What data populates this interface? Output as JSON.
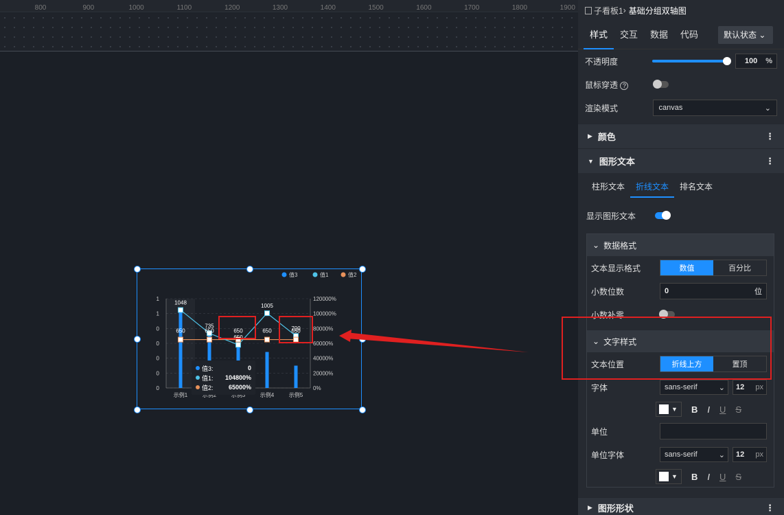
{
  "ruler_ticks": [
    "800",
    "900",
    "1000",
    "1100",
    "1200",
    "1300",
    "1400",
    "1500",
    "1600",
    "1700",
    "1800",
    "1900"
  ],
  "breadcrumb": {
    "parent": "子看板1",
    "separator": "›",
    "current": "基础分组双轴图"
  },
  "panel_tabs": [
    "样式",
    "交互",
    "数据",
    "代码"
  ],
  "state_select": "默认状态",
  "opacity": {
    "label": "不透明度",
    "value": "100",
    "unit": "%"
  },
  "mouse_through": {
    "label": "鼠标穿透",
    "on": false
  },
  "render_mode": {
    "label": "渲染模式",
    "value": "canvas"
  },
  "sections": {
    "color": "颜色",
    "graphic_text": "图形文本",
    "graphic_shape": "图形形状"
  },
  "sub_tabs": [
    "柱形文本",
    "折线文本",
    "排名文本"
  ],
  "show_text": {
    "label": "显示图形文本",
    "on": true
  },
  "data_format": {
    "title": "数据格式",
    "display_format_label": "文本显示格式",
    "options": [
      "数值",
      "百分比"
    ],
    "decimals_label": "小数位数",
    "decimals_value": "0",
    "decimals_unit": "位",
    "zero_pad_label": "小数补零"
  },
  "text_style": {
    "title": "文字样式",
    "position_label": "文本位置",
    "position_options": [
      "折线上方",
      "置顶"
    ],
    "font_label": "字体",
    "font_value": "sans-serif",
    "font_size": "12",
    "font_unit": "px",
    "unit_label": "单位",
    "unit_font_label": "单位字体",
    "unit_font_value": "sans-serif",
    "unit_font_size": "12"
  },
  "colors": {
    "accent": "#1e8fff",
    "annotation": "#e02020"
  },
  "chart_data": {
    "type": "bar",
    "categories": [
      "示例1",
      "示例2",
      "示例3",
      "示例4",
      "示例5"
    ],
    "series": [
      {
        "name": "值3",
        "type": "bar",
        "values": [
          1048,
          735,
          580,
          484,
          300
        ],
        "color": "#1e8fff"
      },
      {
        "name": "值1",
        "type": "line",
        "values": [
          1048,
          735,
          580,
          1005,
          700
        ],
        "color": "#4fc3e8"
      },
      {
        "name": "值2",
        "type": "line",
        "values": [
          650,
          650,
          650,
          650,
          650
        ],
        "color": "#e8915a"
      }
    ],
    "line_labels": [
      {
        "text": "1048"
      },
      {
        "text": "735"
      },
      {
        "text": "650"
      },
      {
        "text": "1005"
      },
      {
        "text": "700"
      }
    ],
    "line2_labels": [
      "650",
      "650",
      "650",
      "650",
      "650"
    ],
    "left_ticks": [
      "1",
      "1",
      "0",
      "0",
      "0",
      "0",
      "0"
    ],
    "right_ticks": [
      "120000%",
      "100000%",
      "80000%",
      "60000%",
      "40000%",
      "20000%",
      "0%"
    ],
    "tooltip": [
      {
        "name": "值3:",
        "value": "0",
        "color": "#1e8fff"
      },
      {
        "name": "值1:",
        "value": "104800%",
        "color": "#4fc3e8"
      },
      {
        "name": "值2:",
        "value": "65000%",
        "color": "#e8915a"
      }
    ]
  }
}
